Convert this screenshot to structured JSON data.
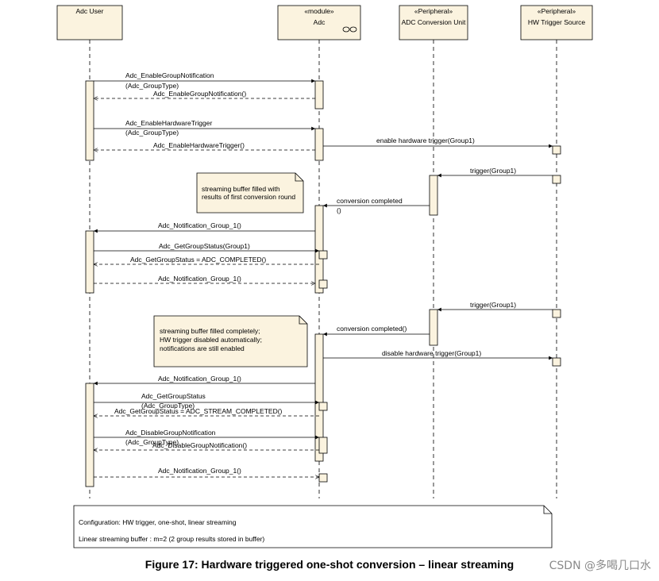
{
  "participants": [
    {
      "id": "user",
      "stereotype": "",
      "name": "Adc User"
    },
    {
      "id": "adc",
      "stereotype": "«module»",
      "name": "Adc"
    },
    {
      "id": "conv",
      "stereotype": "«Peripheral»",
      "name": "ADC Conversion Unit"
    },
    {
      "id": "hw",
      "stereotype": "«Peripheral»",
      "name": "HW Trigger Source"
    }
  ],
  "messages": [
    {
      "from": "user",
      "to": "adc",
      "kind": "call",
      "lines": [
        "Adc_EnableGroupNotification",
        "(Adc_GroupType)"
      ]
    },
    {
      "from": "adc",
      "to": "user",
      "kind": "return",
      "lines": [
        "Adc_EnableGroupNotification()"
      ]
    },
    {
      "from": "user",
      "to": "adc",
      "kind": "call",
      "lines": [
        "Adc_EnableHardwareTrigger",
        "(Adc_GroupType)"
      ]
    },
    {
      "from": "adc",
      "to": "user",
      "kind": "return",
      "lines": [
        "Adc_EnableHardwareTrigger()"
      ]
    },
    {
      "from": "adc",
      "to": "hw",
      "kind": "call",
      "lines": [
        "enable hardware trigger(Group1)"
      ]
    },
    {
      "from": "hw",
      "to": "conv",
      "kind": "call",
      "lines": [
        "trigger(Group1)"
      ]
    },
    {
      "from": "conv",
      "to": "adc",
      "kind": "call",
      "lines": [
        "conversion completed",
        "()"
      ]
    },
    {
      "from": "adc",
      "to": "user",
      "kind": "call",
      "lines": [
        "Adc_Notification_Group_1()"
      ]
    },
    {
      "from": "user",
      "to": "adc",
      "kind": "call",
      "lines": [
        "Adc_GetGroupStatus(Group1)"
      ]
    },
    {
      "from": "adc",
      "to": "user",
      "kind": "return",
      "lines": [
        "Adc_GetGroupStatus = ADC_COMPLETED()"
      ]
    },
    {
      "from": "user",
      "to": "adc",
      "kind": "return",
      "lines": [
        "Adc_Notification_Group_1()"
      ]
    },
    {
      "from": "hw",
      "to": "conv",
      "kind": "call",
      "lines": [
        "trigger(Group1)"
      ]
    },
    {
      "from": "conv",
      "to": "adc",
      "kind": "call",
      "lines": [
        "conversion completed()"
      ]
    },
    {
      "from": "adc",
      "to": "hw",
      "kind": "call",
      "lines": [
        "disable hardware trigger(Group1)"
      ]
    },
    {
      "from": "adc",
      "to": "user",
      "kind": "call",
      "lines": [
        "Adc_Notification_Group_1()"
      ]
    },
    {
      "from": "user",
      "to": "adc",
      "kind": "call",
      "lines": [
        "Adc_GetGroupStatus",
        "(Adc_GroupType)"
      ]
    },
    {
      "from": "adc",
      "to": "user",
      "kind": "return",
      "lines": [
        "Adc_GetGroupStatus = ADC_STREAM_COMPLETED()"
      ]
    },
    {
      "from": "user",
      "to": "adc",
      "kind": "call",
      "lines": [
        "Adc_DisableGroupNotification",
        "(Adc_GroupType)"
      ]
    },
    {
      "from": "adc",
      "to": "user",
      "kind": "return",
      "lines": [
        "Adc_DisableGroupNotification()"
      ]
    },
    {
      "from": "user",
      "to": "adc",
      "kind": "return",
      "lines": [
        "Adc_Notification_Group_1()"
      ]
    }
  ],
  "notes": [
    {
      "lines": [
        "streaming buffer filled with",
        "results of first conversion round"
      ]
    },
    {
      "lines": [
        "streaming buffer filled completely;",
        "HW trigger disabled automatically;",
        "notifications are still enabled"
      ]
    }
  ],
  "config_box": {
    "lines": [
      "Configuration: HW trigger, one-shot, linear streaming",
      "Linear streaming buffer : m=2 (2 group results stored in buffer)"
    ]
  },
  "caption": "Figure 17: Hardware triggered one-shot conversion – linear streaming",
  "watermark": "CSDN @多喝几口水",
  "colors": {
    "participant_fill": "#fbf3df",
    "activation_fill": "#fbf3df",
    "note_fill": "#fbf3df",
    "line": "#000000",
    "watermark": "#8a8a8a"
  }
}
